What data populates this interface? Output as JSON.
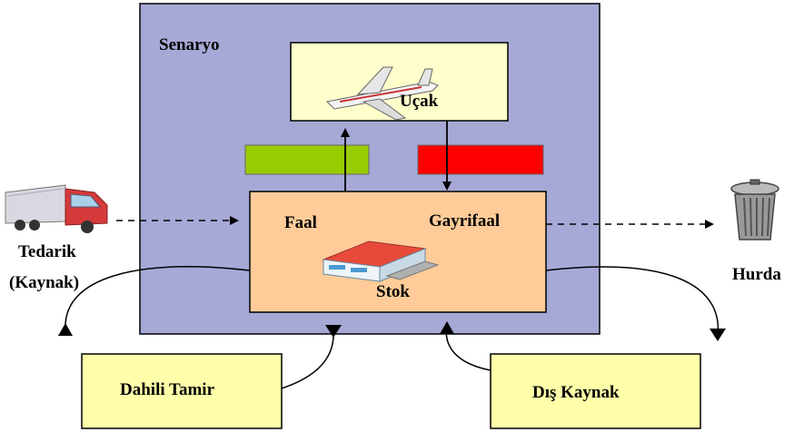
{
  "scenario": {
    "label": "Senaryo",
    "color": "#a6a9d6"
  },
  "aircraft": {
    "label": "Uçak",
    "fill": "#ffffcc",
    "icon": "airplane-icon"
  },
  "stock": {
    "active_label": "Faal",
    "inactive_label": "Gayrifaal",
    "label": "Stok",
    "fill": "#ffcc99",
    "icon": "warehouse-icon"
  },
  "status_bars": {
    "active_color": "#99cc00",
    "inactive_color": "#ff0000"
  },
  "supplier": {
    "label_line1": "Tedarik",
    "label_line2": "(Kaynak)",
    "icon": "truck-icon"
  },
  "scrap": {
    "label": "Hurda",
    "icon": "trash-can-icon"
  },
  "internal_repair": {
    "label": "Dahili Tamir",
    "fill": "#ffffaa"
  },
  "external_source": {
    "label": "Dış Kaynak",
    "fill": "#ffffaa"
  }
}
